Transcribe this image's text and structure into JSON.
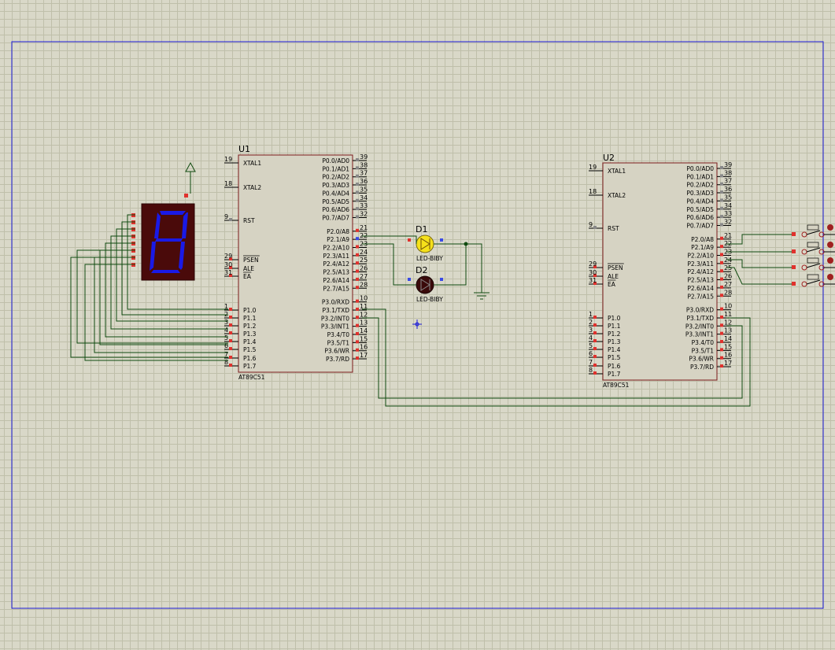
{
  "u1": {
    "ref": "U1",
    "part": "AT89C51",
    "left_pins": [
      {
        "num": "19",
        "name": "XTAL1"
      },
      {
        "num": "18",
        "name": "XTAL2"
      },
      {
        "num": "9",
        "name": "RST"
      },
      {
        "num": "29",
        "name": "PSEN"
      },
      {
        "num": "30",
        "name": "ALE"
      },
      {
        "num": "31",
        "name": "EA"
      },
      {
        "num": "1",
        "name": "P1.0"
      },
      {
        "num": "2",
        "name": "P1.1"
      },
      {
        "num": "3",
        "name": "P1.2"
      },
      {
        "num": "4",
        "name": "P1.3"
      },
      {
        "num": "5",
        "name": "P1.4"
      },
      {
        "num": "6",
        "name": "P1.5"
      },
      {
        "num": "7",
        "name": "P1.6"
      },
      {
        "num": "8",
        "name": "P1.7"
      }
    ],
    "right_pins": [
      {
        "num": "39",
        "name": "P0.0/AD0"
      },
      {
        "num": "38",
        "name": "P0.1/AD1"
      },
      {
        "num": "37",
        "name": "P0.2/AD2"
      },
      {
        "num": "36",
        "name": "P0.3/AD3"
      },
      {
        "num": "35",
        "name": "P0.4/AD4"
      },
      {
        "num": "34",
        "name": "P0.5/AD5"
      },
      {
        "num": "33",
        "name": "P0.6/AD6"
      },
      {
        "num": "32",
        "name": "P0.7/AD7"
      },
      {
        "num": "21",
        "name": "P2.0/A8"
      },
      {
        "num": "22",
        "name": "P2.1/A9"
      },
      {
        "num": "23",
        "name": "P2.2/A10"
      },
      {
        "num": "24",
        "name": "P2.3/A11"
      },
      {
        "num": "25",
        "name": "P2.4/A12"
      },
      {
        "num": "26",
        "name": "P2.5/A13"
      },
      {
        "num": "27",
        "name": "P2.6/A14"
      },
      {
        "num": "28",
        "name": "P2.7/A15"
      },
      {
        "num": "10",
        "name": "P3.0/RXD"
      },
      {
        "num": "11",
        "name": "P3.1/TXD"
      },
      {
        "num": "12",
        "name": "P3.2/INT0"
      },
      {
        "num": "13",
        "name": "P3.3/INT1"
      },
      {
        "num": "14",
        "name": "P3.4/T0"
      },
      {
        "num": "15",
        "name": "P3.5/T1"
      },
      {
        "num": "16",
        "name": "P3.6/WR"
      },
      {
        "num": "17",
        "name": "P3.7/RD"
      }
    ]
  },
  "u2": {
    "ref": "U2",
    "part": "AT89C51"
  },
  "d1": {
    "ref": "D1",
    "part": "LED-BIBY"
  },
  "d2": {
    "ref": "D2",
    "part": "LED-BIBY"
  },
  "colors": {
    "background": "#d9d8c8",
    "grid": "#bfbfaa",
    "border": "#1a1ad6",
    "wire": "#0f4a0f",
    "chip_fill": "#d6d3c3",
    "chip_stroke": "#7a1a1a",
    "seg_body": "#4a0a0a",
    "seg_lit": "#1a1ae6",
    "led_on": "#f5e11a",
    "led_off": "#3a0a0a"
  },
  "icons": [
    "power-terminal-icon",
    "ground-icon",
    "marker-cross-icon",
    "switch-icon",
    "seven-segment-display"
  ]
}
